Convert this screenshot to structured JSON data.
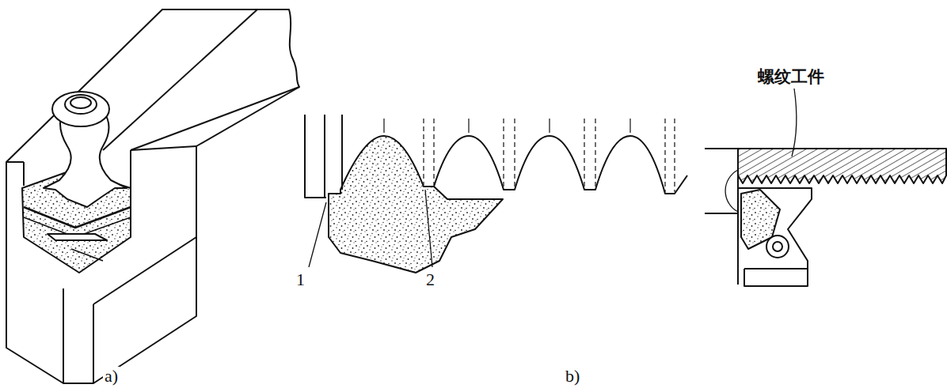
{
  "diagram": {
    "labels": [
      "螺纹工件",
      "1",
      "2",
      "a)",
      "b)"
    ]
  }
}
